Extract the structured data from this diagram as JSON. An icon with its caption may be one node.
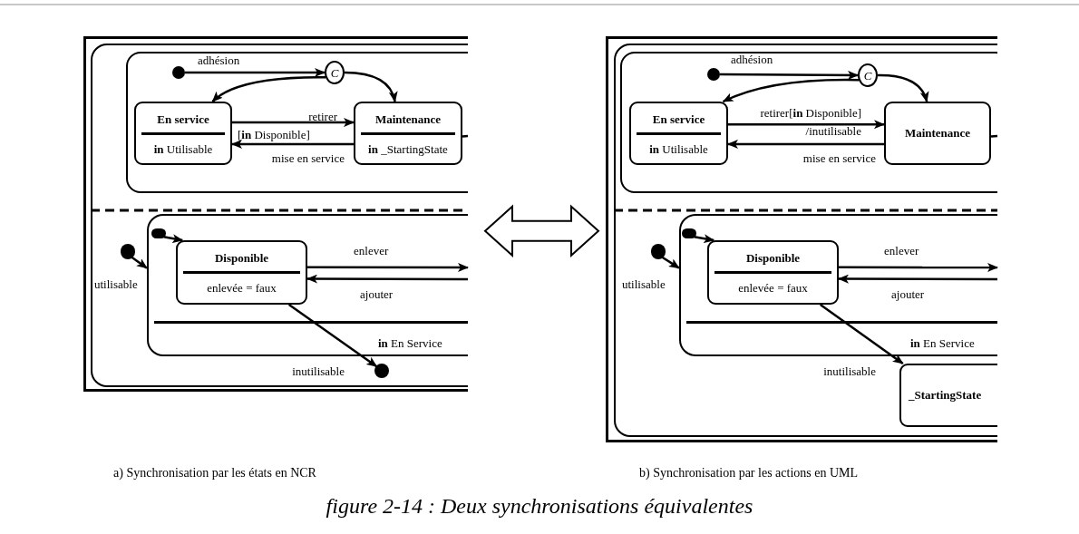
{
  "diagram": {
    "caption": "figure 2-14 : Deux synchronisations équivalentes",
    "nodes": [
      {
        "text": [],
        "shape": "box"
      },
      {
        "text": [],
        "shape": "box",
        "in": 0
      },
      {
        "text": [],
        "shape": "box",
        "in": 1
      },
      {
        "text": [],
        "shape": "circle",
        "in": 2
      },
      {
        "text": [
          "C"
        ],
        "in": 2
      },
      {
        "text": [
          "En service",
          "**in** Utilisable"
        ],
        "in": 2
      },
      {
        "text": [
          "Maintenance",
          "**in** _StartingState"
        ],
        "in": 2
      },
      {
        "text": [],
        "shape": "circle",
        "in": 0
      },
      {
        "text": [
          "**in** En Service"
        ],
        "in": 1
      },
      {
        "text": [],
        "shape": "circle",
        "in": 8
      },
      {
        "text": [
          "Disponible",
          "enlevée = faux"
        ],
        "in": 8
      },
      {
        "text": [],
        "shape": "circle",
        "in": 0
      },
      {
        "text": [],
        "shape": "box"
      },
      {
        "text": [],
        "shape": "box",
        "in": 12
      },
      {
        "text": [],
        "shape": "box",
        "in": 13
      },
      {
        "text": [],
        "shape": "circle",
        "in": 14
      },
      {
        "text": [
          "C"
        ],
        "in": 14
      },
      {
        "text": [
          "En service",
          "**in** Utilisable"
        ],
        "in": 14
      },
      {
        "text": [
          "Maintenance"
        ],
        "in": 14
      },
      {
        "text": [],
        "shape": "circle",
        "in": 13
      },
      {
        "text": [
          "**in** En Service"
        ],
        "in": 13
      },
      {
        "text": [],
        "shape": "circle",
        "in": 20
      },
      {
        "text": [
          "Disponible",
          "enlevée = faux"
        ],
        "in": 20
      },
      {
        "text": [
          "_StartingState"
        ],
        "in": 13
      }
    ],
    "edges": [
      {
        "from": 3,
        "to": 4,
        "arrow": "to",
        "label": "adhésion"
      },
      {
        "from": 4,
        "to": 5,
        "arrow": "to"
      },
      {
        "from": 4,
        "to": 6,
        "arrow": "to"
      },
      {
        "from": 5,
        "to": 6,
        "arrow": "to",
        "label": "retirer"
      },
      {
        "from": 6,
        "to": 5,
        "arrow": "to",
        "label": "mise en service"
      },
      {
        "from": 6,
        "to": null,
        "arrow": "none"
      },
      {
        "from": 7,
        "to": 8,
        "arrow": "to",
        "label": "utilisable"
      },
      {
        "from": 9,
        "to": 10,
        "arrow": "to"
      },
      {
        "from": 10,
        "to": null,
        "arrow": "to",
        "label": "enlever"
      },
      {
        "from": null,
        "to": 10,
        "arrow": "to",
        "label": "ajouter"
      },
      {
        "from": 10,
        "to": 11,
        "arrow": "to",
        "label": "inutilisable"
      },
      {
        "from": 0,
        "to": 12,
        "arrow": "both",
        "style": "thick"
      },
      {
        "from": 15,
        "to": 16,
        "arrow": "to",
        "label": "adhésion"
      },
      {
        "from": 16,
        "to": 17,
        "arrow": "to"
      },
      {
        "from": 16,
        "to": 18,
        "arrow": "to"
      },
      {
        "from": 17,
        "to": 18,
        "arrow": "to",
        "label": "retirer[**in** Disponible] /inutilisable"
      },
      {
        "from": 18,
        "to": 17,
        "arrow": "to",
        "label": "mise en service"
      },
      {
        "from": 18,
        "to": null,
        "arrow": "none"
      },
      {
        "from": 19,
        "to": 20,
        "arrow": "to",
        "label": "utilisable"
      },
      {
        "from": 21,
        "to": 22,
        "arrow": "to"
      },
      {
        "from": 22,
        "to": null,
        "arrow": "to",
        "label": "enlever"
      },
      {
        "from": null,
        "to": 22,
        "arrow": "to",
        "label": "ajouter"
      },
      {
        "from": 22,
        "to": 23,
        "arrow": "to",
        "label": "inutilisable"
      }
    ],
    "labels": [
      "[**in** Disponible]",
      "a) Synchronisation par les états en NCR",
      "b) Synchronisation par les actions en UML"
    ]
  }
}
